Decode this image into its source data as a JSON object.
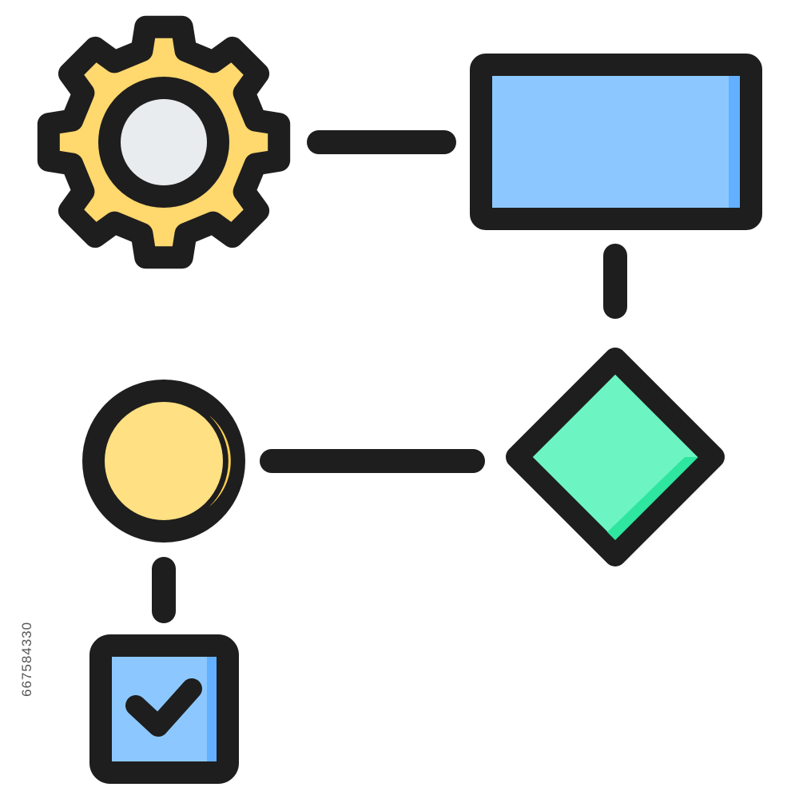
{
  "image_id_label": "667584330",
  "diagram": {
    "nodes": [
      {
        "id": "gear",
        "shape": "gear",
        "icon": "gear-icon",
        "fill": "#FFD86E",
        "inner_fill": "#E9ECEF"
      },
      {
        "id": "process",
        "shape": "rectangle",
        "fill": "#8CC8FF",
        "shade": "#62B0FF"
      },
      {
        "id": "decision",
        "shape": "diamond",
        "fill": "#6CF5C2",
        "shade": "#2EE6A0"
      },
      {
        "id": "start",
        "shape": "circle",
        "fill": "#FFE082",
        "shade": "#FFD04F"
      },
      {
        "id": "done",
        "shape": "square",
        "icon": "checkmark-icon",
        "fill": "#8CC8FF",
        "shade": "#62B0FF"
      }
    ],
    "edges": [
      {
        "from": "gear",
        "to": "process"
      },
      {
        "from": "process",
        "to": "decision"
      },
      {
        "from": "decision",
        "to": "start"
      },
      {
        "from": "start",
        "to": "done"
      }
    ],
    "stroke_color": "#1E1E1E"
  }
}
